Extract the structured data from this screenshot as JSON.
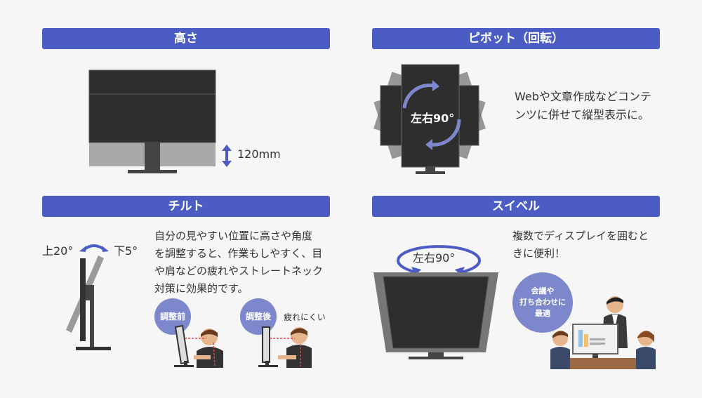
{
  "sections": {
    "height": {
      "title": "高さ",
      "range_label": "120mm"
    },
    "pivot": {
      "title": "ピボット（回転）",
      "rotation_label": "左右90°",
      "description_line1": "Webや文章作成などコンテ",
      "description_line2": "ンツに併せて縦型表示に。"
    },
    "tilt": {
      "title": "チルト",
      "up_label": "上20°",
      "down_label": "下5°",
      "description_line1": "自分の見やすい位置に高さや角度",
      "description_line2": "を調整すると、作業もしやすく、目",
      "description_line3": "や肩などの疲れやストレートネック",
      "description_line4": "対策に効果的です。",
      "before_badge": "調整前",
      "after_badge": "調整後",
      "after_caption": "疲れにくい"
    },
    "swivel": {
      "title": "スイベル",
      "rotation_label": "左右90°",
      "description_line1": "複数でディスプレイを囲むと",
      "description_line2": "きに便利！",
      "badge_line1": "会議や",
      "badge_line2": "打ち合わせに",
      "badge_line3": "最適"
    }
  },
  "colors": {
    "header_bg": "#4b5cc4",
    "accent_blue": "#4b5cc4",
    "badge_bg": "#7d87cc",
    "monitor_dark": "#2e2e2e",
    "monitor_gray": "#9a9a9a",
    "sightline": "#e0484b"
  }
}
